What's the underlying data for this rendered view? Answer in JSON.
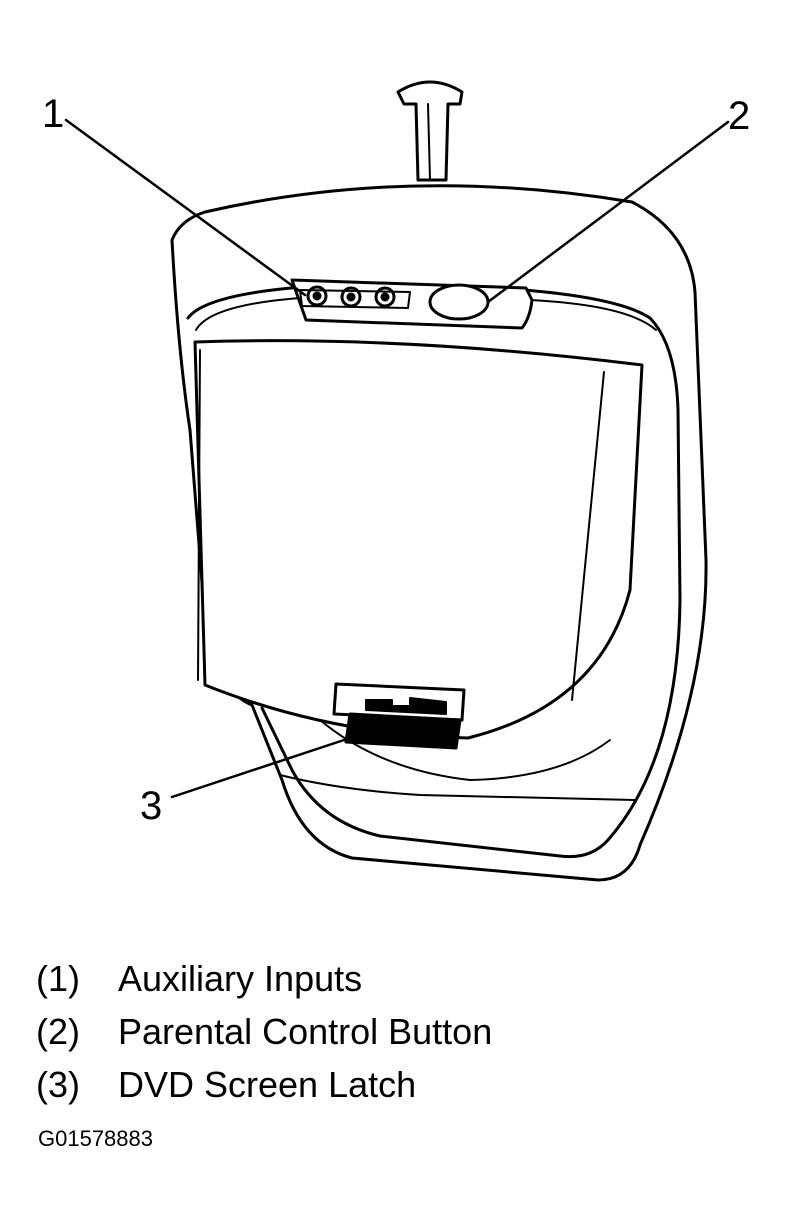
{
  "callouts": {
    "c1": "1",
    "c2": "2",
    "c3": "3"
  },
  "legend": [
    {
      "num": "(1)",
      "label": "Auxiliary Inputs"
    },
    {
      "num": "(2)",
      "label": "Parental Control Button"
    },
    {
      "num": "(3)",
      "label": "DVD Screen Latch"
    }
  ],
  "figure_id": "G01578883",
  "colors": {
    "ink": "#000000",
    "paper": "#ffffff"
  }
}
